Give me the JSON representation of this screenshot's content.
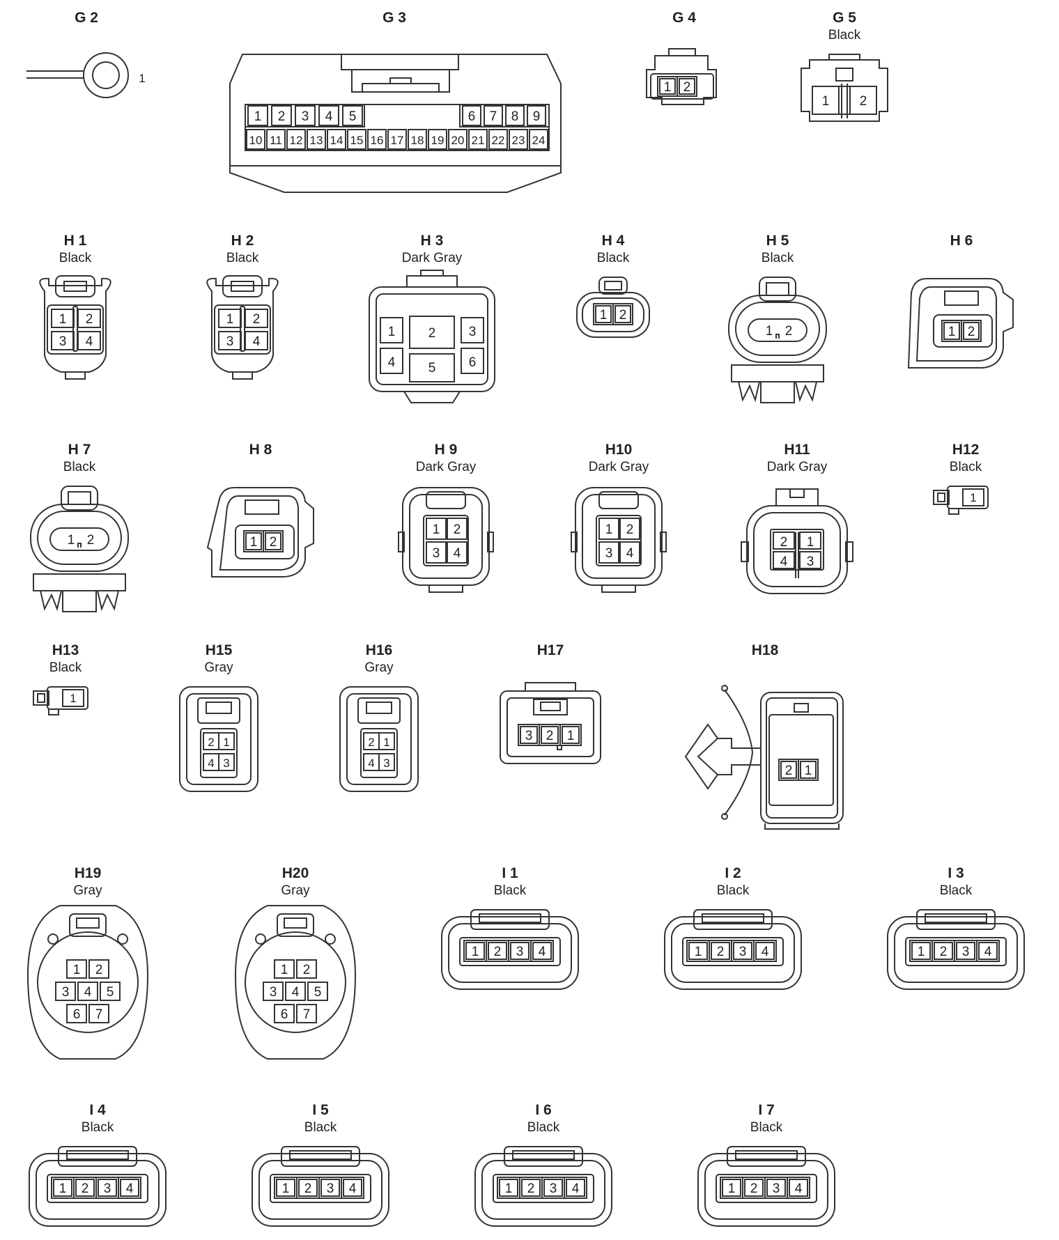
{
  "diagram": {
    "type": "connector-face-views",
    "line_color": "#333333"
  },
  "connectors": {
    "G2": {
      "id": "G 2",
      "color": "",
      "pins": [
        "1"
      ]
    },
    "G3": {
      "id": "G 3",
      "color": "",
      "pins": [
        "1",
        "2",
        "3",
        "4",
        "5",
        "6",
        "7",
        "8",
        "9",
        "10",
        "11",
        "12",
        "13",
        "14",
        "15",
        "16",
        "17",
        "18",
        "19",
        "20",
        "21",
        "22",
        "23",
        "24"
      ]
    },
    "G4": {
      "id": "G 4",
      "color": "",
      "pins": [
        "1",
        "2"
      ]
    },
    "G5": {
      "id": "G 5",
      "color": "Black",
      "pins": [
        "1",
        "2"
      ]
    },
    "H1": {
      "id": "H 1",
      "color": "Black",
      "pins": [
        "1",
        "2",
        "3",
        "4"
      ]
    },
    "H2": {
      "id": "H 2",
      "color": "Black",
      "pins": [
        "1",
        "2",
        "3",
        "4"
      ]
    },
    "H3": {
      "id": "H 3",
      "color": "Dark Gray",
      "pins": [
        "1",
        "2",
        "3",
        "4",
        "5",
        "6"
      ]
    },
    "H4": {
      "id": "H 4",
      "color": "Black",
      "pins": [
        "1",
        "2"
      ]
    },
    "H5": {
      "id": "H 5",
      "color": "Black",
      "pins": [
        "1",
        "2"
      ]
    },
    "H6": {
      "id": "H 6",
      "color": "",
      "pins": [
        "1",
        "2"
      ]
    },
    "H7": {
      "id": "H 7",
      "color": "Black",
      "pins": [
        "1",
        "2"
      ]
    },
    "H8": {
      "id": "H 8",
      "color": "",
      "pins": [
        "1",
        "2"
      ]
    },
    "H9": {
      "id": "H 9",
      "color": "Dark Gray",
      "pins": [
        "1",
        "2",
        "3",
        "4"
      ]
    },
    "H10": {
      "id": "H10",
      "color": "Dark Gray",
      "pins": [
        "1",
        "2",
        "3",
        "4"
      ]
    },
    "H11": {
      "id": "H11",
      "color": "Dark Gray",
      "pins": [
        "2",
        "1",
        "4",
        "3"
      ]
    },
    "H12": {
      "id": "H12",
      "color": "Black",
      "pins": [
        "1"
      ]
    },
    "H13": {
      "id": "H13",
      "color": "Black",
      "pins": [
        "1"
      ]
    },
    "H15": {
      "id": "H15",
      "color": "Gray",
      "pins": [
        "2",
        "1",
        "4",
        "3"
      ]
    },
    "H16": {
      "id": "H16",
      "color": "Gray",
      "pins": [
        "2",
        "1",
        "4",
        "3"
      ]
    },
    "H17": {
      "id": "H17",
      "color": "",
      "pins": [
        "3",
        "2",
        "1"
      ]
    },
    "H18": {
      "id": "H18",
      "color": "",
      "pins": [
        "2",
        "1"
      ]
    },
    "H19": {
      "id": "H19",
      "color": "Gray",
      "pins": [
        "1",
        "2",
        "3",
        "4",
        "5",
        "6",
        "7"
      ]
    },
    "H20": {
      "id": "H20",
      "color": "Gray",
      "pins": [
        "1",
        "2",
        "3",
        "4",
        "5",
        "6",
        "7"
      ]
    },
    "I1": {
      "id": "I 1",
      "color": "Black",
      "pins": [
        "1",
        "2",
        "3",
        "4"
      ]
    },
    "I2": {
      "id": "I 2",
      "color": "Black",
      "pins": [
        "1",
        "2",
        "3",
        "4"
      ]
    },
    "I3": {
      "id": "I 3",
      "color": "Black",
      "pins": [
        "1",
        "2",
        "3",
        "4"
      ]
    },
    "I4": {
      "id": "I 4",
      "color": "Black",
      "pins": [
        "1",
        "2",
        "3",
        "4"
      ]
    },
    "I5": {
      "id": "I 5",
      "color": "Black",
      "pins": [
        "1",
        "2",
        "3",
        "4"
      ]
    },
    "I6": {
      "id": "I 6",
      "color": "Black",
      "pins": [
        "1",
        "2",
        "3",
        "4"
      ]
    },
    "I7": {
      "id": "I 7",
      "color": "Black",
      "pins": [
        "1",
        "2",
        "3",
        "4"
      ]
    }
  }
}
